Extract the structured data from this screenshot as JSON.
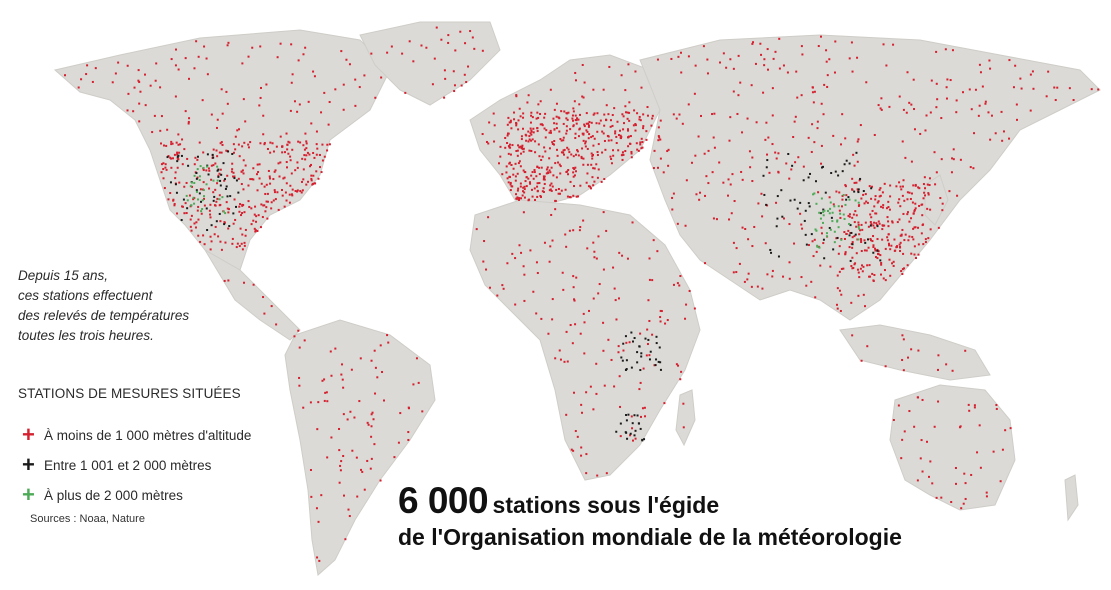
{
  "intro_text": "Depuis 15 ans,\nces stations effectuent\ndes relevés de températures\ntoutes les trois heures.",
  "legend": {
    "title": "STATIONS DE MESURES SITUÉES",
    "items": [
      {
        "label": "À moins de 1 000 mètres d'altitude",
        "color": "#d4202f",
        "marker": "+"
      },
      {
        "label": "Entre 1 001 et 2 000 mètres",
        "color": "#1b1b1b",
        "marker": "+"
      },
      {
        "label": "À plus de 2 000 mètres",
        "color": "#4daa57",
        "marker": "+"
      }
    ]
  },
  "sources": "Sources : Noaa, Nature",
  "headline": {
    "count": "6 000",
    "rest": "stations sous l'égide",
    "line2": "de l'Organisation mondiale de la météorologie"
  },
  "colors": {
    "land": "#dcdad6",
    "background": "#ffffff",
    "low": "#d4202f",
    "mid": "#1b1b1b",
    "high": "#4daa57"
  }
}
